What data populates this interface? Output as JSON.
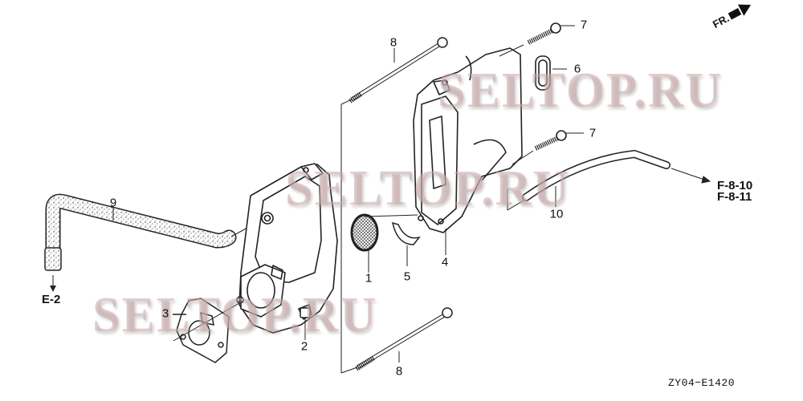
{
  "diagram": {
    "type": "exploded-parts-diagram",
    "diagram_code": "ZY04−E1420",
    "orientation_label": "FR.",
    "orientation_icon": "front-direction-arrow-icon",
    "watermarks": [
      "SELTOP.RU",
      "SELTOP.RU",
      "SELTOP.RU"
    ],
    "callouts": [
      {
        "number": "1",
        "part": "strainer-screen"
      },
      {
        "number": "2",
        "part": "small-fitting"
      },
      {
        "number": "3",
        "part": "gasket"
      },
      {
        "number": "4",
        "part": "cover-case"
      },
      {
        "number": "5",
        "part": "clip"
      },
      {
        "number": "6",
        "part": "grommet"
      },
      {
        "number": "7",
        "part": "flange-bolt-upper"
      },
      {
        "number": "7",
        "part": "flange-bolt-lower"
      },
      {
        "number": "8",
        "part": "long-bolt-upper"
      },
      {
        "number": "8",
        "part": "long-bolt-lower"
      },
      {
        "number": "9",
        "part": "breather-hose"
      },
      {
        "number": "10",
        "part": "tube"
      }
    ],
    "references": [
      {
        "label": "E-2"
      },
      {
        "label": "F-8-10"
      },
      {
        "label": "F-8-11"
      }
    ]
  }
}
